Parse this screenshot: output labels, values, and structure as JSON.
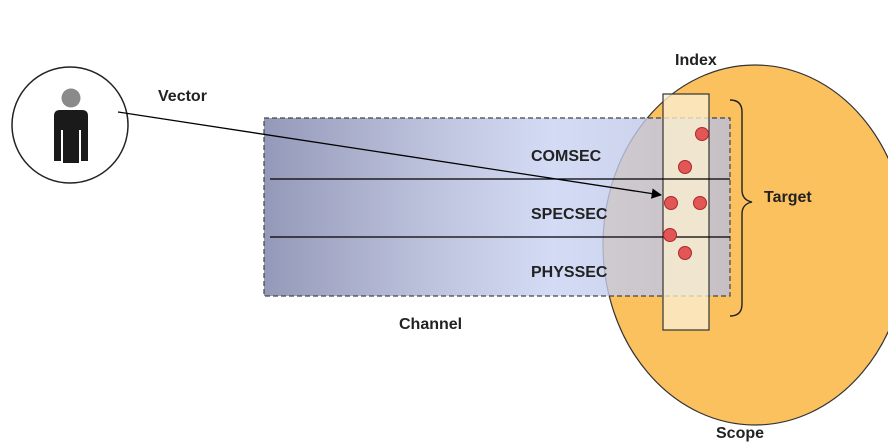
{
  "labels": {
    "vector": "Vector",
    "index": "Index",
    "comsec": "COMSEC",
    "specsec": "SPECSEC",
    "physsec": "PHYSSEC",
    "target": "Target",
    "channel": "Channel",
    "scope": "Scope"
  },
  "colors": {
    "scope_fill": "#fbc15f",
    "channel_dark": "#7b80a8",
    "channel_light": "#c9d2f3",
    "index_fill": "#fbeed0",
    "dot_fill": "#e35656",
    "dot_stroke": "#a82a2a",
    "person": "#1a1a1a",
    "person_head": "#8a8a8a"
  },
  "icons": {
    "actor": "person-icon"
  }
}
